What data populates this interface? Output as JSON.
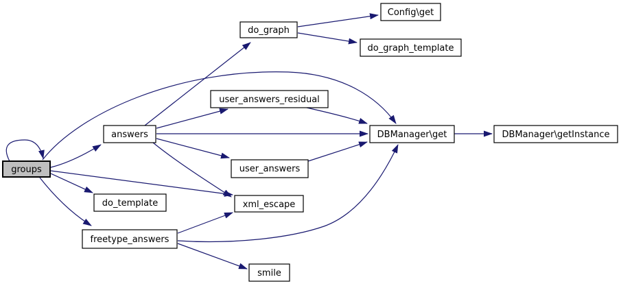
{
  "diagram": {
    "type": "call-graph",
    "colors": {
      "edge": "#191970",
      "node_fill": "#ffffff",
      "node_border": "#000000",
      "highlight_fill": "#bfbfbf",
      "text": "#000000",
      "background": "#ffffff"
    },
    "nodes": [
      {
        "id": "groups",
        "label": "groups",
        "highlighted": true
      },
      {
        "id": "answers",
        "label": "answers",
        "highlighted": false
      },
      {
        "id": "do_graph",
        "label": "do_graph",
        "highlighted": false
      },
      {
        "id": "config_get",
        "label": "Config\\get",
        "highlighted": false
      },
      {
        "id": "do_graph_template",
        "label": "do_graph_template",
        "highlighted": false
      },
      {
        "id": "user_answers_residual",
        "label": "user_answers_residual",
        "highlighted": false
      },
      {
        "id": "dbmanager_get",
        "label": "DBManager\\get",
        "highlighted": false
      },
      {
        "id": "dbmanager_getinstance",
        "label": "DBManager\\getInstance",
        "highlighted": false
      },
      {
        "id": "user_answers",
        "label": "user_answers",
        "highlighted": false
      },
      {
        "id": "do_template",
        "label": "do_template",
        "highlighted": false
      },
      {
        "id": "xml_escape",
        "label": "xml_escape",
        "highlighted": false
      },
      {
        "id": "freetype_answers",
        "label": "freetype_answers",
        "highlighted": false
      },
      {
        "id": "smile",
        "label": "smile",
        "highlighted": false
      }
    ],
    "edges": [
      {
        "from": "groups",
        "to": "groups"
      },
      {
        "from": "groups",
        "to": "answers"
      },
      {
        "from": "groups",
        "to": "dbmanager_get"
      },
      {
        "from": "groups",
        "to": "do_template"
      },
      {
        "from": "groups",
        "to": "xml_escape"
      },
      {
        "from": "groups",
        "to": "freetype_answers"
      },
      {
        "from": "answers",
        "to": "do_graph"
      },
      {
        "from": "answers",
        "to": "user_answers_residual"
      },
      {
        "from": "answers",
        "to": "dbmanager_get"
      },
      {
        "from": "answers",
        "to": "user_answers"
      },
      {
        "from": "answers",
        "to": "xml_escape"
      },
      {
        "from": "do_graph",
        "to": "config_get"
      },
      {
        "from": "do_graph",
        "to": "do_graph_template"
      },
      {
        "from": "user_answers_residual",
        "to": "dbmanager_get"
      },
      {
        "from": "user_answers",
        "to": "dbmanager_get"
      },
      {
        "from": "dbmanager_get",
        "to": "dbmanager_getinstance"
      },
      {
        "from": "freetype_answers",
        "to": "xml_escape"
      },
      {
        "from": "freetype_answers",
        "to": "dbmanager_get"
      },
      {
        "from": "freetype_answers",
        "to": "smile"
      }
    ]
  }
}
